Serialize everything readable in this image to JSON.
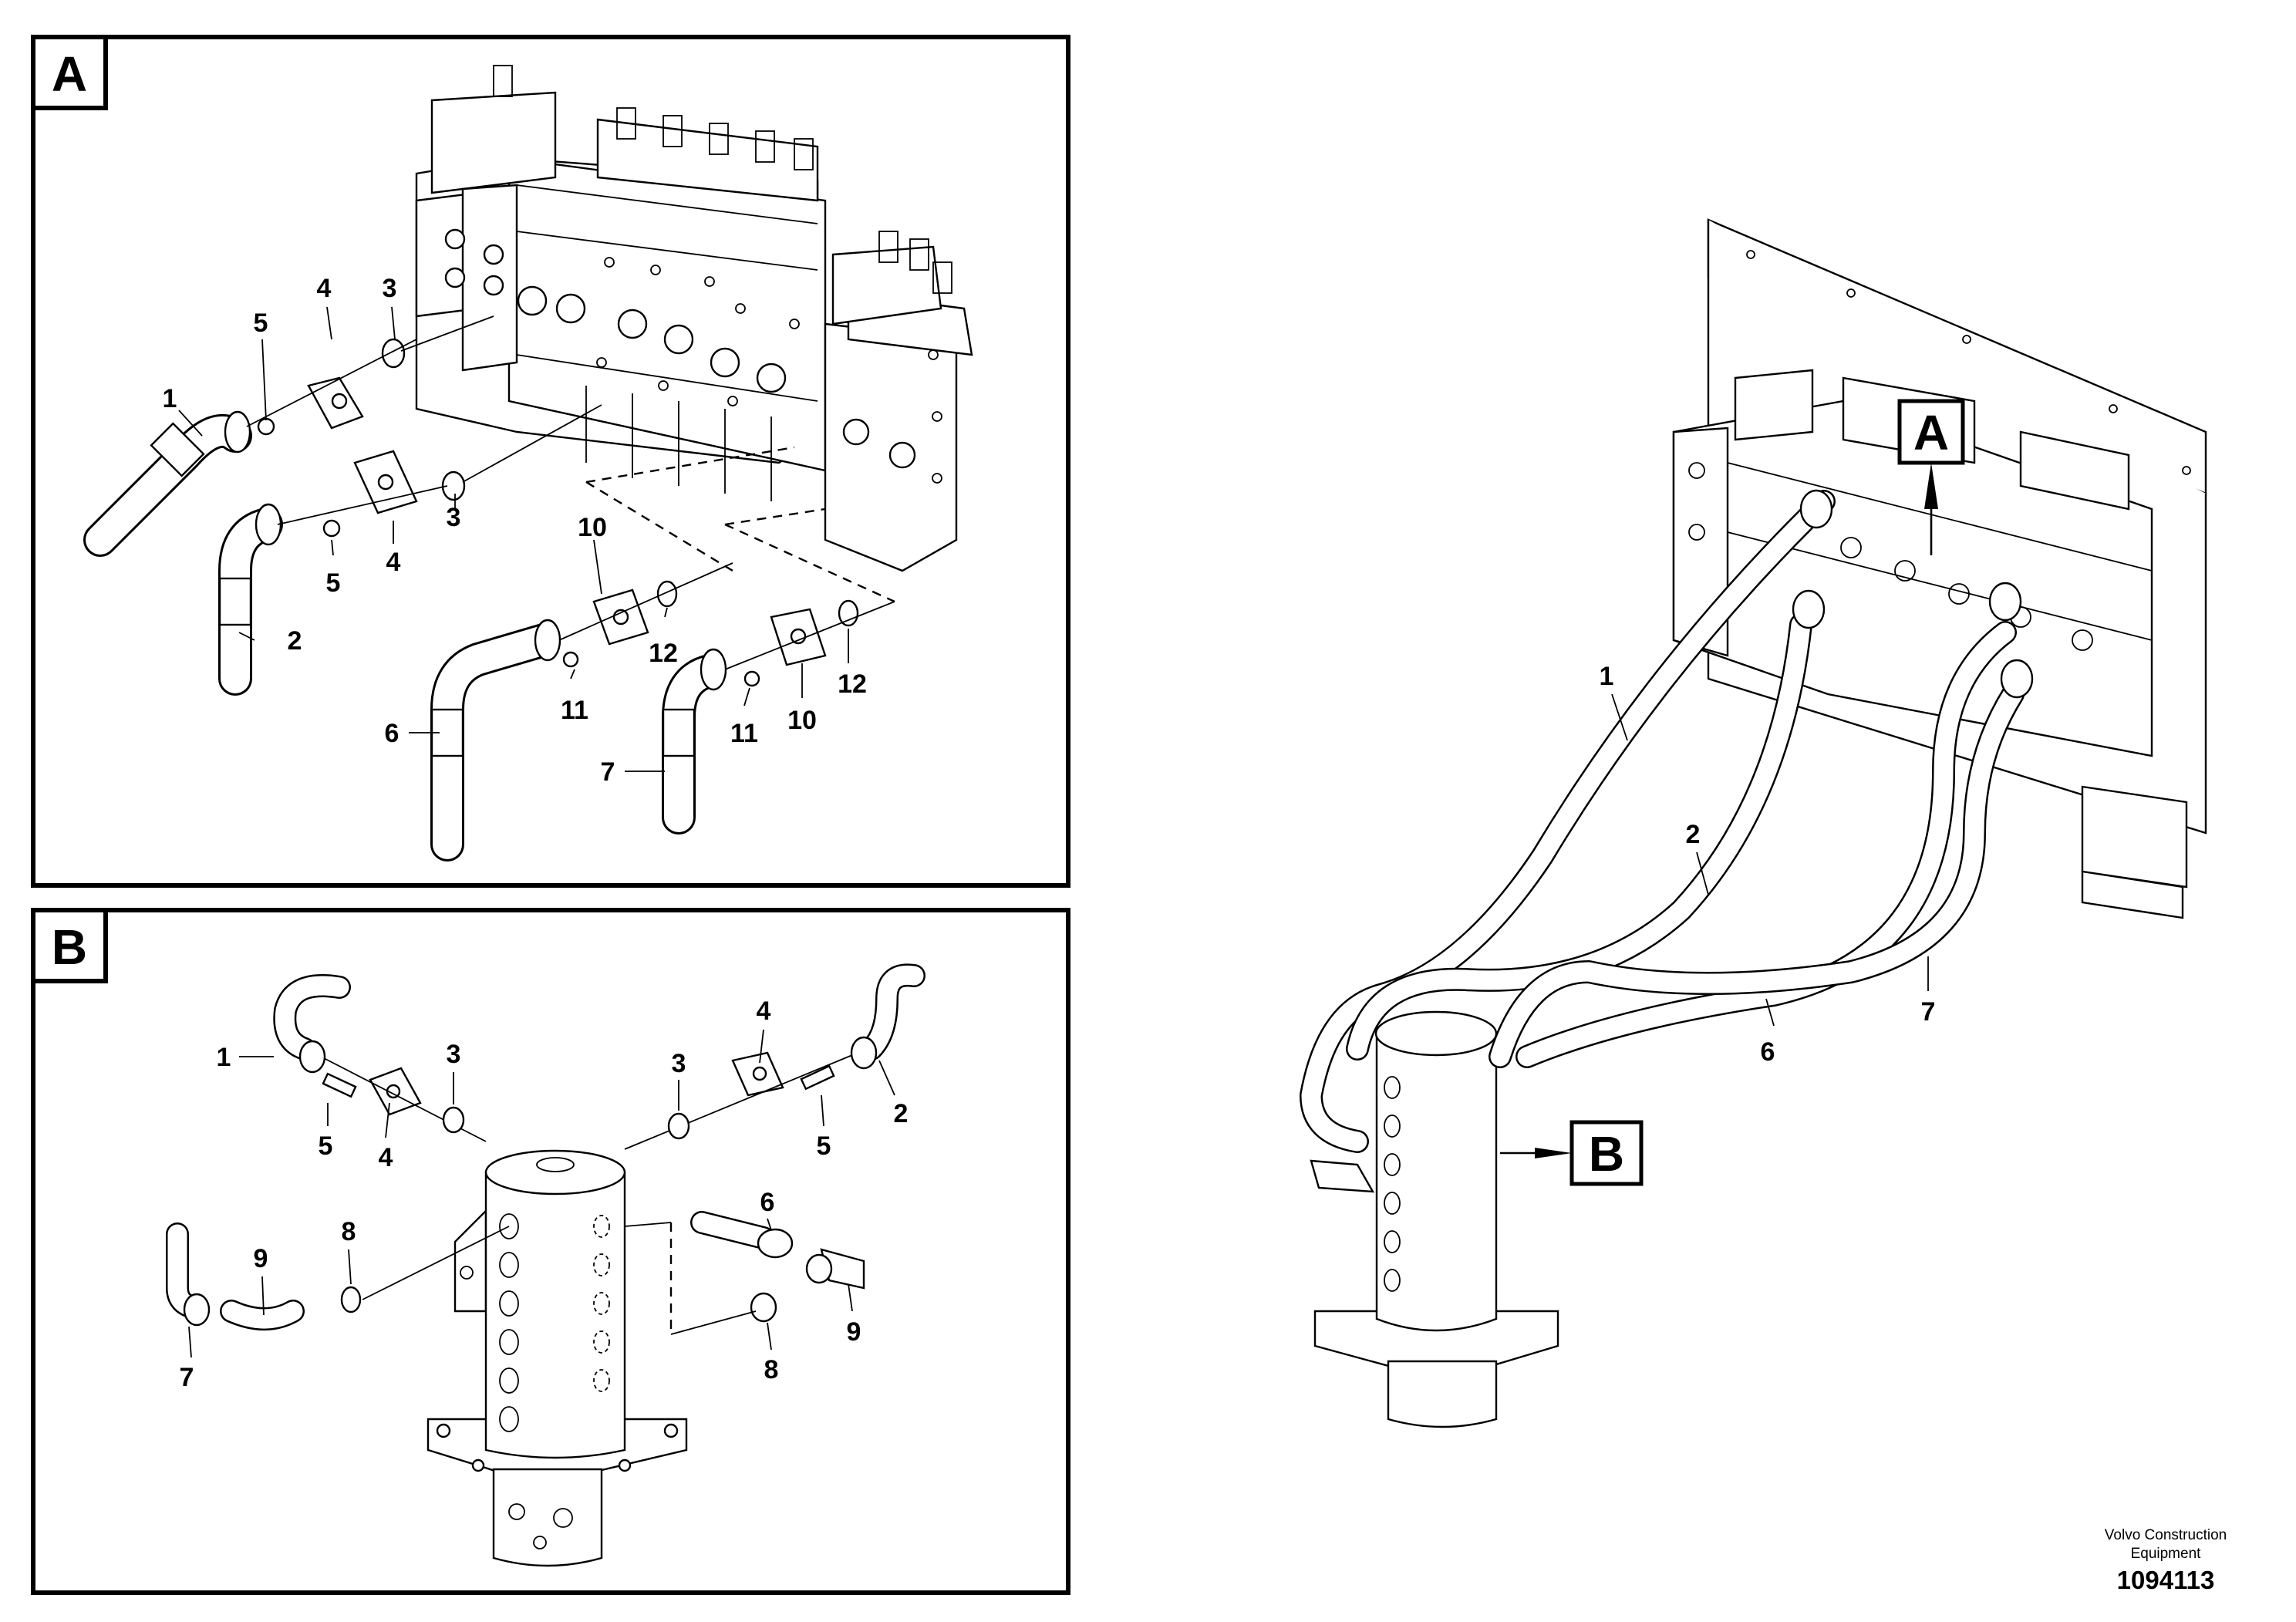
{
  "panels": {
    "a": {
      "letter": "A"
    },
    "b": {
      "letter": "B"
    }
  },
  "overview": {
    "marker_a": "A",
    "marker_b": "B"
  },
  "callouts": {
    "a": [
      "1",
      "2",
      "3",
      "3",
      "4",
      "4",
      "5",
      "5",
      "6",
      "7",
      "10",
      "10",
      "11",
      "11",
      "12",
      "12"
    ],
    "b": [
      "1",
      "2",
      "3",
      "3",
      "4",
      "4",
      "5",
      "5",
      "6",
      "7",
      "8",
      "8",
      "9",
      "9"
    ],
    "overview": [
      "1",
      "2",
      "6",
      "7"
    ]
  },
  "footer": {
    "brand_line1": "Volvo Construction",
    "brand_line2": "Equipment",
    "doc_number": "1094113"
  }
}
